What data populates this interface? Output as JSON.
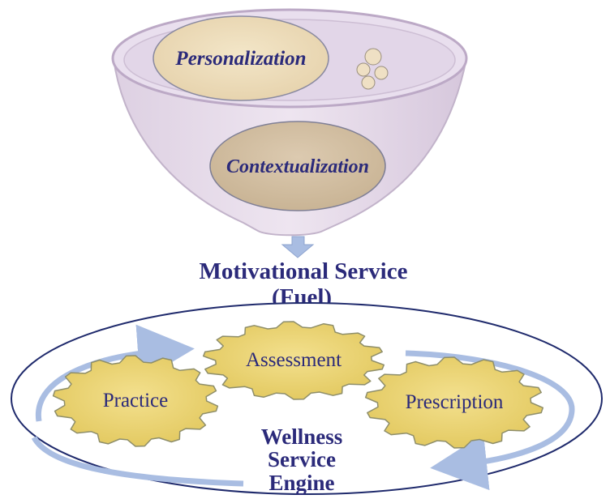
{
  "funnel": {
    "top_label": "Personalization",
    "bottom_label": "Contextualization"
  },
  "service": {
    "line1": "Motivational Service",
    "line2": "(Fuel)"
  },
  "engine": {
    "gears": {
      "top": "Assessment",
      "left": "Practice",
      "right": "Prescription"
    },
    "name_lines": [
      "Wellness",
      "Service",
      "Engine"
    ]
  },
  "colors": {
    "funnel_fill": "#e3d6e6",
    "funnel_rim": "#b9a8c2",
    "oval_fill": "#efdfbf",
    "oval_stroke": "#8a8aa0",
    "gear_fill": "#ecd67a",
    "gear_stroke": "#8e8e6a",
    "arrow_blue": "#a9bde2",
    "text": "#2b2a7a",
    "engine_ring": "#1f2a6c"
  }
}
